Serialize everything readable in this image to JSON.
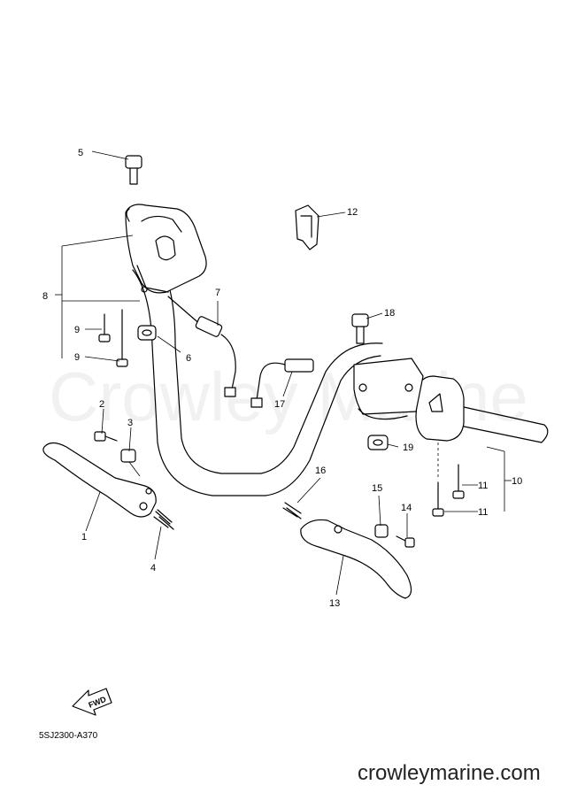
{
  "callouts": [
    "1",
    "2",
    "3",
    "4",
    "5",
    "6",
    "7",
    "8",
    "9",
    "9",
    "10",
    "11",
    "11",
    "12",
    "13",
    "14",
    "15",
    "16",
    "17",
    "18",
    "19"
  ],
  "diagram_code": "5SJ2300-A370",
  "fwd_label": "FWD",
  "watermark": "Crowley Marine",
  "site_url": "crowleymarine.com"
}
